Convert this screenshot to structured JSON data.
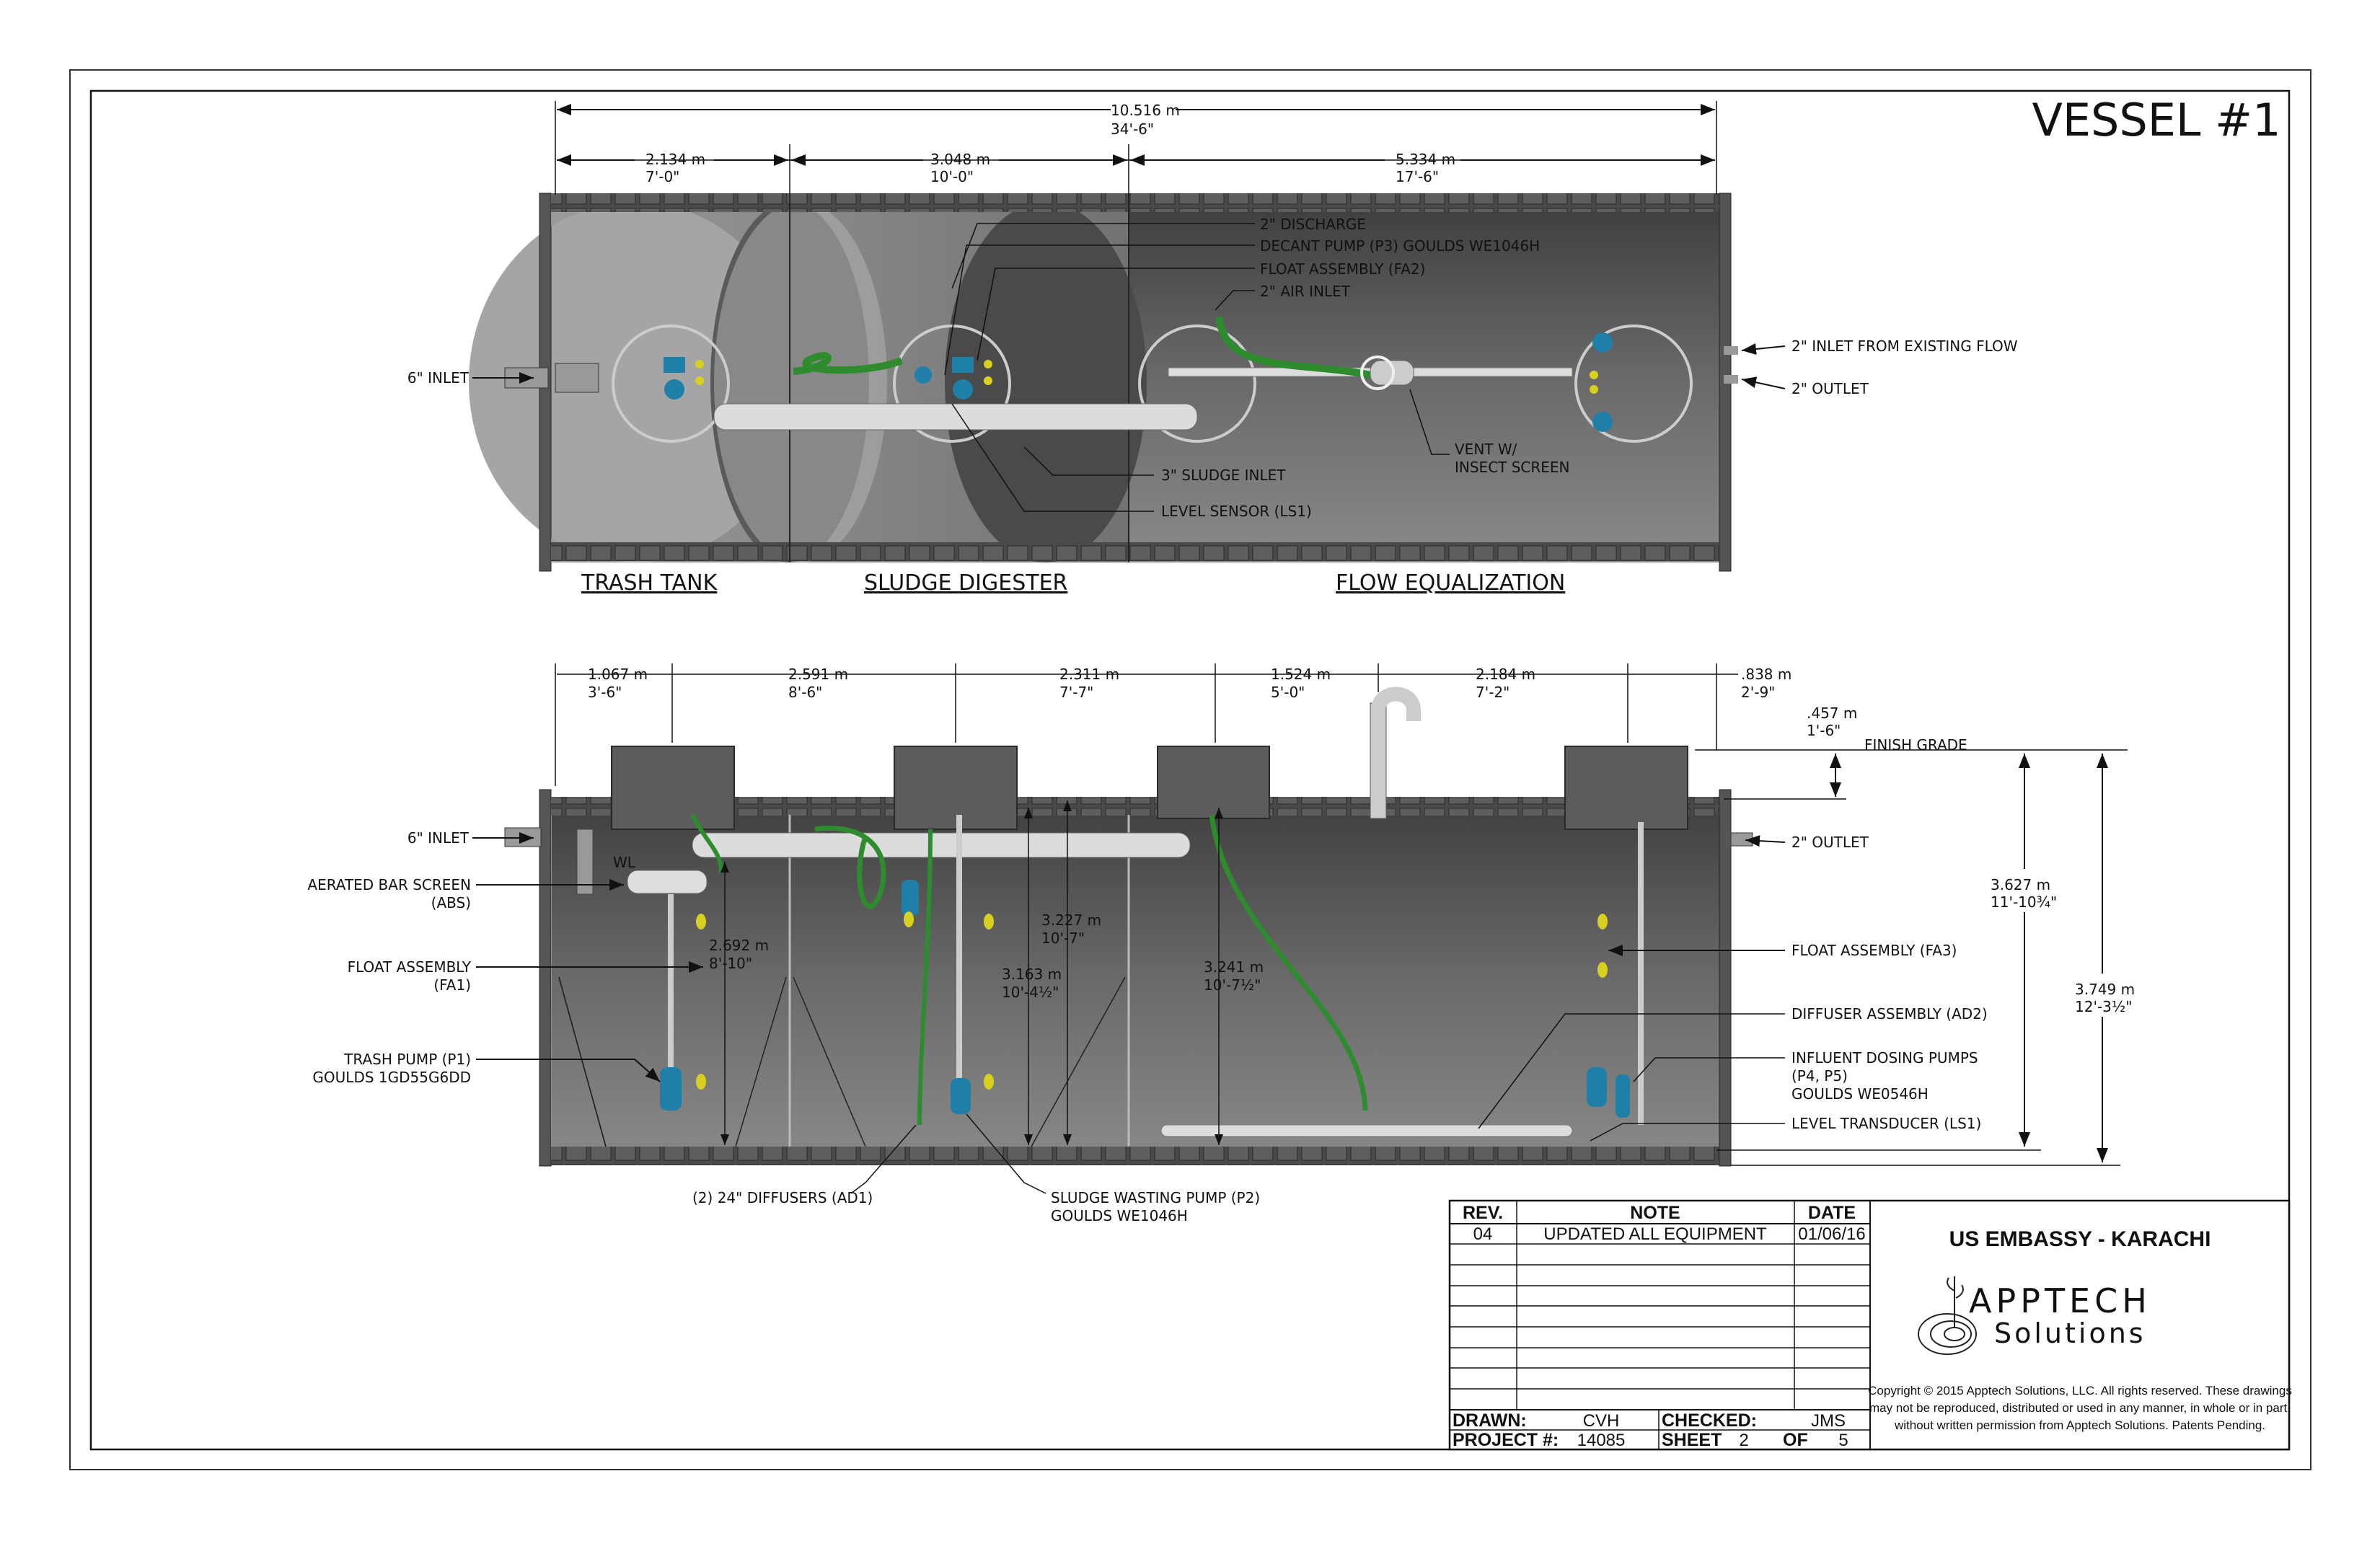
{
  "sheet": {
    "title": "VESSEL #1"
  },
  "plan_view": {
    "overall_dim": {
      "metric": "10.516 m",
      "imperial": "34'-6\""
    },
    "dims": [
      {
        "metric": "2.134 m",
        "imperial": "7'-0\""
      },
      {
        "metric": "3.048 m",
        "imperial": "10'-0\""
      },
      {
        "metric": "5.334 m",
        "imperial": "17'-6\""
      }
    ],
    "callouts": {
      "discharge": "2\" DISCHARGE",
      "decant_pump": "DECANT PUMP (P3) GOULDS WE1046H",
      "float_fa2": "FLOAT ASSEMBLY (FA2)",
      "air_inlet": "2\" AIR INLET",
      "inlet": "6\" INLET",
      "inlet_existing": "2\" INLET FROM EXISTING FLOW",
      "outlet": "2\" OUTLET",
      "vent_1": "VENT W/",
      "vent_2": "INSECT SCREEN",
      "sludge_inlet": "3\" SLUDGE INLET",
      "level_sensor": "LEVEL SENSOR (LS1)"
    },
    "sections": [
      "TRASH TANK",
      "SLUDGE DIGESTER",
      "FLOW EQUALIZATION"
    ]
  },
  "elevation_view": {
    "dims": [
      {
        "metric": "1.067 m",
        "imperial": "3'-6\""
      },
      {
        "metric": "2.591 m",
        "imperial": "8'-6\""
      },
      {
        "metric": "2.311 m",
        "imperial": "7'-7\""
      },
      {
        "metric": "1.524 m",
        "imperial": "5'-0\""
      },
      {
        "metric": "2.184 m",
        "imperial": "7'-2\""
      },
      {
        "metric": ".838 m",
        "imperial": "2'-9\""
      }
    ],
    "cover_dim": {
      "metric": ".457 m",
      "imperial": "1'-6\""
    },
    "finish_grade": "FINISH GRADE",
    "water_level": "WL",
    "depths": [
      {
        "metric": "2.692 m",
        "imperial": "8'-10\""
      },
      {
        "metric": "3.227 m",
        "imperial": "10'-7\""
      },
      {
        "metric": "3.163 m",
        "imperial": "10'-4½\""
      },
      {
        "metric": "3.241 m",
        "imperial": "10'-7½\""
      },
      {
        "metric": "3.627 m",
        "imperial": "11'-10¾\""
      },
      {
        "metric": "3.749 m",
        "imperial": "12'-3½\""
      }
    ],
    "callouts": {
      "inlet": "6\" INLET",
      "outlet": "2\" OUTLET",
      "abs_1": "AERATED BAR SCREEN",
      "abs_2": "(ABS)",
      "fa1_1": "FLOAT ASSEMBLY",
      "fa1_2": "(FA1)",
      "p1_1": "TRASH PUMP (P1)",
      "p1_2": "GOULDS 1GD55G6DD",
      "ad1": "(2) 24\" DIFFUSERS (AD1)",
      "p2_1": "SLUDGE WASTING PUMP (P2)",
      "p2_2": "GOULDS WE1046H",
      "fa3": "FLOAT ASSEMBLY (FA3)",
      "ad2": "DIFFUSER ASSEMBLY (AD2)",
      "p45_1": "INFLUENT DOSING PUMPS",
      "p45_2": "(P4, P5)",
      "p45_3": "GOULDS WE0546H",
      "ls1": "LEVEL TRANSDUCER  (LS1)"
    }
  },
  "title_block": {
    "headers": {
      "rev": "REV.",
      "note": "NOTE",
      "date": "DATE"
    },
    "revisions": [
      {
        "rev": "04",
        "note": "UPDATED ALL EQUIPMENT",
        "date": "01/06/16"
      }
    ],
    "drawn_label": "DRAWN:",
    "drawn": "CVH",
    "checked_label": "CHECKED:",
    "checked": "JMS",
    "project_label": "PROJECT #:",
    "project": "14085",
    "sheet_label": "SHEET",
    "sheet": "2",
    "of_label": "OF",
    "of": "5",
    "client": "US EMBASSY - KARACHI",
    "logo": {
      "line1": "APPTECH",
      "line2": "Solutions"
    },
    "copyright": [
      "Copyright © 2015 Apptech Solutions, LLC. All rights reserved. These drawings",
      "may not be reproduced, distributed or used in any manner, in whole or in part,",
      "without written permission from Apptech Solutions. Patents Pending."
    ]
  },
  "colors": {
    "tank": "#5a5a5a",
    "pump": "#1f7fa8",
    "hose": "#2e8b2e",
    "float": "#d8d020",
    "pipe": "#d8d8d8"
  }
}
